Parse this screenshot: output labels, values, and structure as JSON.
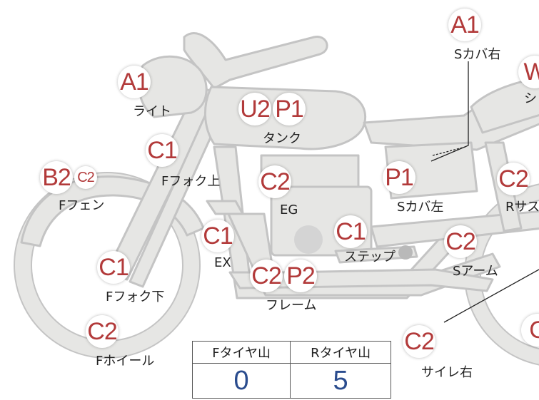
{
  "parts": {
    "light": {
      "label": "ライト",
      "codes": [
        "A1"
      ]
    },
    "tank": {
      "label": "タンク",
      "codes": [
        "U2",
        "P1"
      ]
    },
    "s_cover_right": {
      "label": "Sカバ右",
      "codes": [
        "A1"
      ]
    },
    "seat": {
      "label": "シ",
      "codes": [
        "W"
      ]
    },
    "f_fork_upper": {
      "label": "Fフォク上",
      "codes": [
        "C1"
      ]
    },
    "f_fender": {
      "label": "Fフェン",
      "codes": [
        "B2",
        "C2"
      ]
    },
    "engine": {
      "label": "EG",
      "codes": [
        "C2"
      ]
    },
    "s_cover_left": {
      "label": "Sカバ左",
      "codes": [
        "P1"
      ]
    },
    "r_suspension": {
      "label": "Rサス",
      "codes": [
        "C2"
      ]
    },
    "exhaust": {
      "label": "EX",
      "codes": [
        "C1"
      ]
    },
    "step": {
      "label": "ステップ",
      "codes": [
        "C1"
      ]
    },
    "s_arm": {
      "label": "Sアーム",
      "codes": [
        "C2"
      ]
    },
    "f_fork_lower": {
      "label": "Fフォク下",
      "codes": [
        "C1"
      ]
    },
    "frame": {
      "label": "フレーム",
      "codes": [
        "C2",
        "P2"
      ]
    },
    "f_wheel": {
      "label": "Fホイール",
      "codes": [
        "C2"
      ]
    },
    "silencer_right": {
      "label": "サイレ右",
      "codes": [
        "C2"
      ]
    },
    "r_wheel": {
      "codes": [
        "C"
      ]
    }
  },
  "tire_table": {
    "front_header": "Fタイヤ山",
    "rear_header": "Rタイヤ山",
    "front_value": "0",
    "rear_value": "5"
  },
  "colors": {
    "bike_fill": "#e6e6e4",
    "bike_stroke": "#c4c4c4",
    "badge_text": "#b23a3a",
    "table_value": "#2a4c8e"
  }
}
